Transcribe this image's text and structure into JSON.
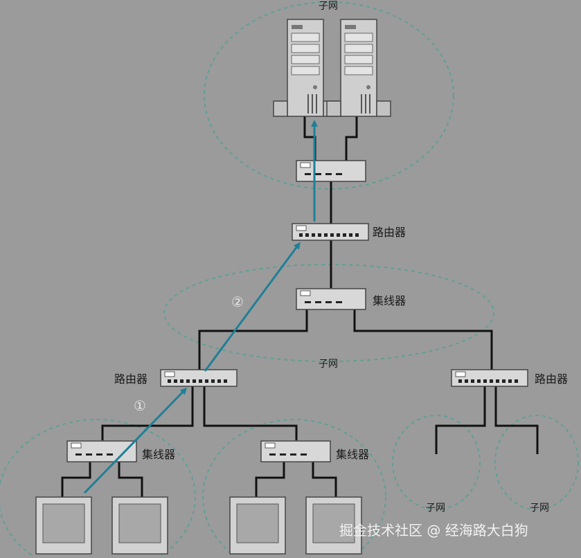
{
  "labels": {
    "subnet": "子网",
    "router": "路由器",
    "hub": "集线器",
    "step1": "①",
    "step2": "②"
  },
  "watermark": "掘金技术社区 @ 经海路大白狗",
  "colors": {
    "background": "#9b9b9b",
    "subnet_outline": "#5f9f95",
    "arrow": "#1f7f97",
    "cable": "#111111"
  },
  "icons": [
    "server-icon",
    "router-icon",
    "hub-icon",
    "monitor-icon",
    "arrow-icon"
  ]
}
